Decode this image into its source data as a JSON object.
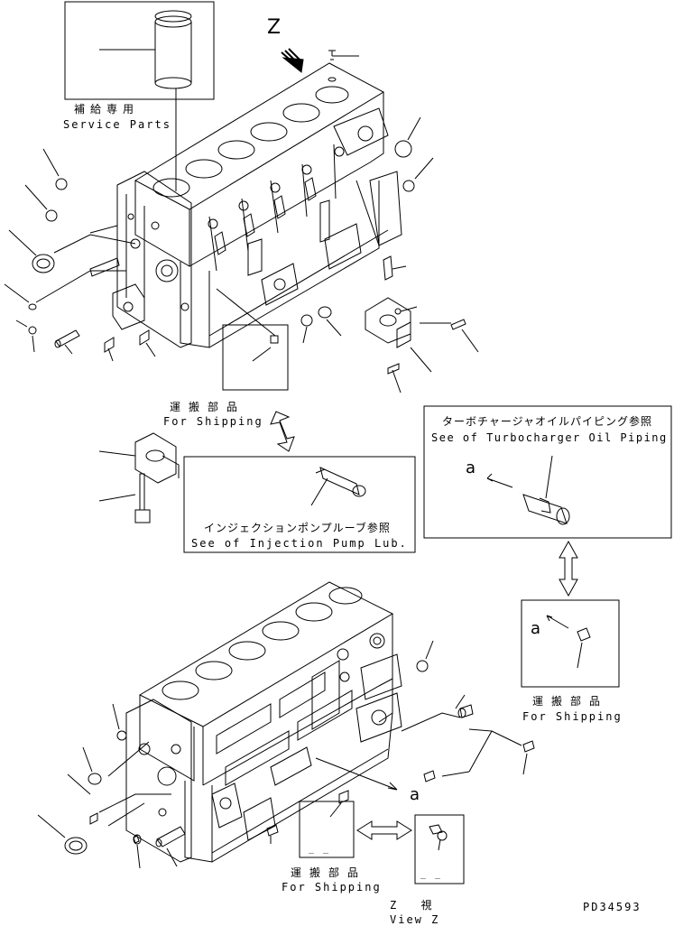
{
  "diagram": {
    "view_marker": "Z",
    "service_parts": {
      "jp": "補給専用",
      "en": "Service Parts"
    },
    "shipping": {
      "jp": "運搬部品",
      "en": "For Shipping"
    },
    "injection_pump": {
      "jp": "インジェクションポンプルーブ参照",
      "en": "See of Injection Pump Lub."
    },
    "turbo": {
      "jp": "ターボチャージャオイルパイピング参照",
      "en": "See of Turbocharger Oil Piping"
    },
    "marker_a": "a",
    "view_z": {
      "jp": "Z 視",
      "en": "View Z"
    },
    "drawing_code": "PD34593",
    "dash_mark": "_ _"
  }
}
